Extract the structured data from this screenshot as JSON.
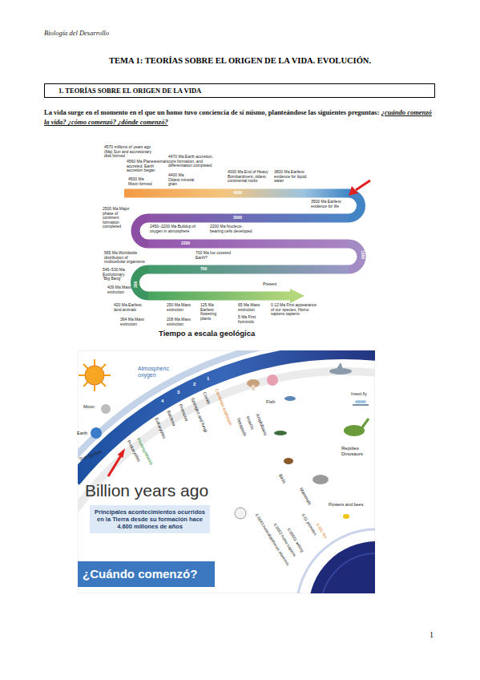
{
  "diagram": {
    "title": "TEMA 1: TEORÍAS SOBRE EL ORIGEN DE LA VIDA. EVOLUCIÓN.",
    "nodes": [
      {
        "text": [
          "1. TEORÍAS SOBRE EL ORIGEN DE LA VIDA"
        ]
      },
      {
        "text": [
          "Principales acontecimientos ocurridos en la Tierra desde su formación hace 4.600 millones de años"
        ]
      },
      {
        "text": [
          "¿Cuándo comenzó?"
        ]
      }
    ],
    "labels": [
      "Biología del Desarrollo",
      "La vida surge en el momento en el que un homo tuvo conciencia de sí mismo, planteándose las siguientes preguntas:",
      "¿cuándo comenzó la vida? ¿cómo comenzó? ¿dónde comenzó?",
      "4570 millions of years ago (Ma) Sun and accretionary disk formed",
      "4560 Ma Planetesimals accreted; Earth accretion began",
      "4500 Ma Moon formed",
      "4470 Ma Earth accretion, core formation, and differentiation completed",
      "4400 Ma Oldest mineral grain",
      "4000 Ma End of Heavy Bombardment; oldest continental rocks",
      "3800 Ma Earliest evidence for liquid water",
      "4000",
      "3500 Ma Earliest evidence for life",
      "2500 Ma Major phase of continent formation completed",
      "3000",
      "2450–2200 Ma Buildup of oxygen in atmosphere",
      "2200 Ma Nucleus-bearing cells developed",
      "2200",
      "1500",
      "565 Ma Worldwide distribution of multicellular organisms",
      "700 Ma Ice covered Earth?",
      "545–530 Ma Evolutionary \"Big Bang\"",
      "700",
      "300",
      "439 Ma Mass extinction",
      "Present",
      "420 Ma Earliest land animals",
      "364 Ma Mass extinction",
      "250 Ma Mass extinction",
      "208 Ma Mass extinction",
      "125 Ma Earliest flowering plants",
      "65 Ma Mass extinction",
      "5 Ma First hominids",
      "0.12 Ma First appearance of our species, Homo sapiens sapiens",
      "Tiempo a escala geológica",
      "Sun ignites",
      "Moon",
      "Earth",
      "Atmospheric oxygen",
      "4",
      "3",
      "2",
      "1",
      "Prokaryotes",
      "Photosynthesis",
      "Eukaryotes",
      "Bacteria",
      "Protozoa",
      "Sponges and fungi",
      "Corals",
      "Cambrian explosion",
      "Tetrapods",
      "Insects",
      "Amphibians",
      "Fish",
      "Insect fly",
      "Reptiles Dinosaurs",
      "Birds",
      "Mammals",
      "Billion years ago",
      "0.0043 Australopithecus afarensis",
      "0.0002 homo sapiens",
      "0.00001 writing",
      "0.01 primates",
      "0.001 fire",
      "Flowers and bees",
      "1"
    ]
  }
}
